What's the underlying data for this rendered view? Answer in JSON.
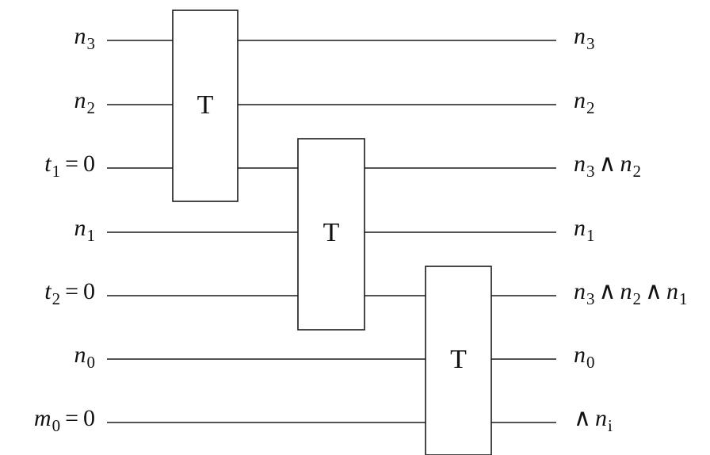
{
  "inputs": [
    {
      "var": "n",
      "sub": "3",
      "eq": "",
      "val": ""
    },
    {
      "var": "n",
      "sub": "2",
      "eq": "",
      "val": ""
    },
    {
      "var": "t",
      "sub": "1",
      "eq": "=",
      "val": "0"
    },
    {
      "var": "n",
      "sub": "1",
      "eq": "",
      "val": ""
    },
    {
      "var": "t",
      "sub": "2",
      "eq": "=",
      "val": "0"
    },
    {
      "var": "n",
      "sub": "0",
      "eq": "",
      "val": ""
    },
    {
      "var": "m",
      "sub": "0",
      "eq": "=",
      "val": "0"
    }
  ],
  "outputs": [
    {
      "terms": [
        {
          "var": "n",
          "sub": "3"
        }
      ]
    },
    {
      "terms": [
        {
          "var": "n",
          "sub": "2"
        }
      ]
    },
    {
      "terms": [
        {
          "var": "n",
          "sub": "3"
        },
        {
          "var": "n",
          "sub": "2"
        }
      ]
    },
    {
      "terms": [
        {
          "var": "n",
          "sub": "1"
        }
      ]
    },
    {
      "terms": [
        {
          "var": "n",
          "sub": "3"
        },
        {
          "var": "n",
          "sub": "2"
        },
        {
          "var": "n",
          "sub": "1"
        }
      ]
    },
    {
      "terms": [
        {
          "var": "n",
          "sub": "0"
        }
      ]
    },
    {
      "leading_and": true,
      "terms": [
        {
          "var": "n",
          "sub": "i"
        }
      ]
    }
  ],
  "and_symbol": "∧",
  "gates": [
    {
      "label": "T",
      "wires": [
        0,
        1,
        2
      ]
    },
    {
      "label": "T",
      "wires": [
        2,
        3,
        4
      ]
    },
    {
      "label": "T",
      "wires": [
        4,
        5,
        6
      ]
    }
  ]
}
